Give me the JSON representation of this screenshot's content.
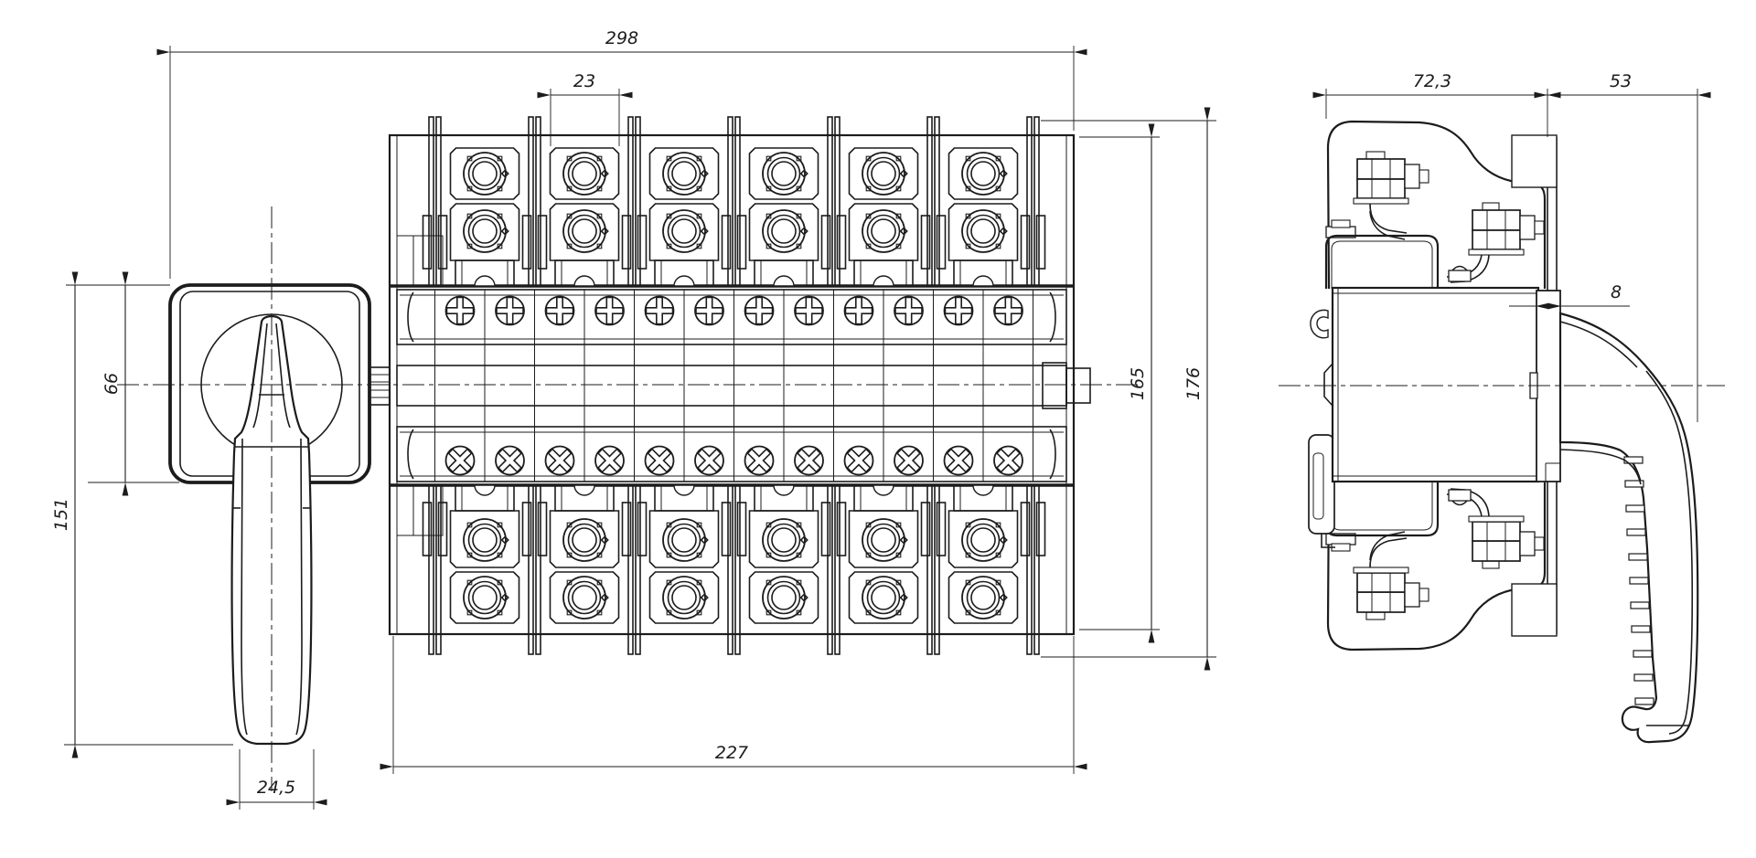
{
  "drawing": {
    "kind": "technical-drawing",
    "background": "#ffffff",
    "line_color": "#1c1c1c"
  },
  "dimensions": {
    "overall_width": "298",
    "contact_pitch": "23",
    "handle_plate_height": "66",
    "handle_length": "151",
    "handle_tip_width": "24,5",
    "base_width": "227",
    "body_height": "165",
    "overall_height": "176",
    "body_depth": "72,3",
    "handle_depth": "53",
    "flange_thickness": "8"
  }
}
